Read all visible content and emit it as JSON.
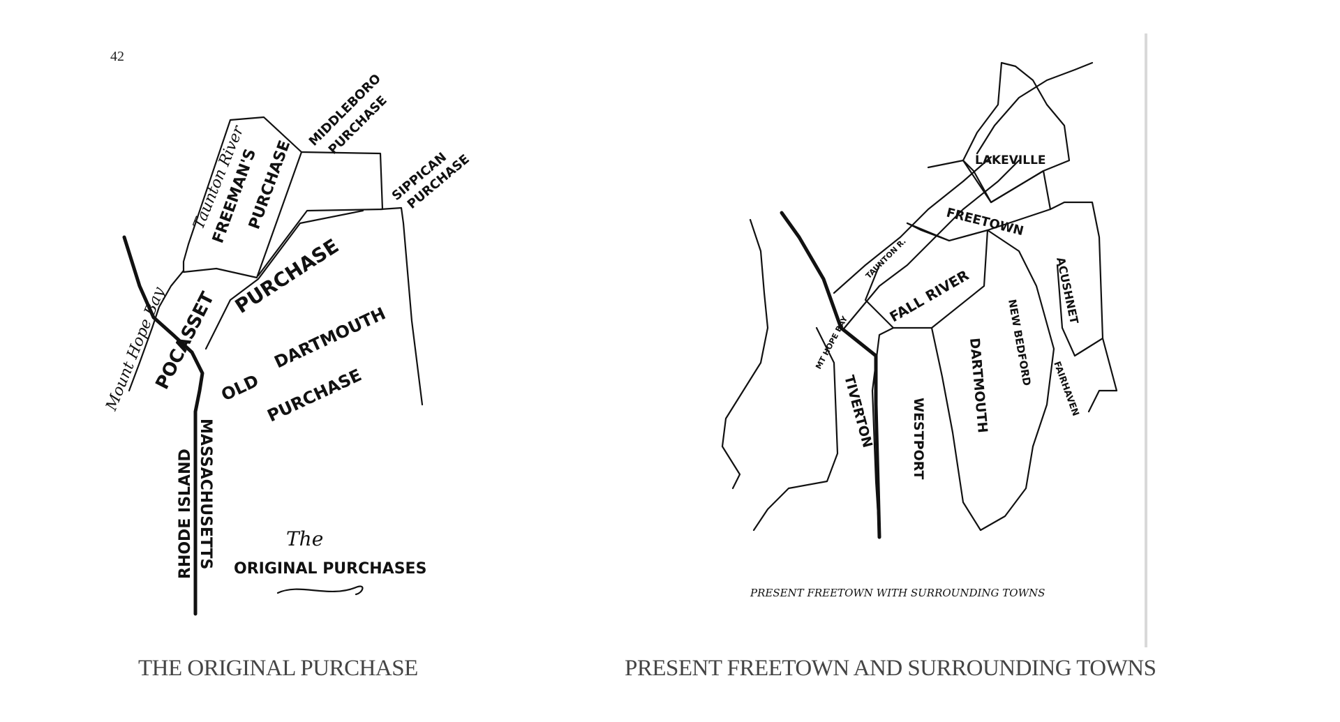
{
  "page_number": "42",
  "left_map": {
    "caption": "THE ORIGINAL PURCHASE",
    "labels": {
      "taunton_river": "Taunton River",
      "freemans": "FREEMAN'S",
      "freemans_purchase": "PURCHASE",
      "middleboro": "MIDDLEBORO",
      "middleboro_purchase": "PURCHASE",
      "sippican": "SIPPICAN",
      "sippican_purchase": "PURCHASE",
      "pocasset": "POCASSET",
      "pocasset_purchase": "PURCHASE",
      "mount_hope_bay": "Mount Hope Bay",
      "old": "OLD",
      "dartmouth": "DARTMOUTH",
      "dartmouth_purchase": "PURCHASE",
      "rhode_island": "RHODE ISLAND",
      "massachusetts": "MASSACHUSETTS",
      "title_the": "The",
      "title_main": "ORIGINAL PURCHASES"
    }
  },
  "right_map": {
    "caption": "PRESENT FREETOWN AND SURROUNDING TOWNS",
    "labels": {
      "lakeville": "LAKEVILLE",
      "freetown": "FREETOWN",
      "fall_river": "FALL RIVER",
      "acushnet": "ACUSHNET",
      "new_bedford": "NEW BEDFORD",
      "fairhaven": "FAIRHAVEN",
      "dartmouth": "DARTMOUTH",
      "westport": "WESTPORT",
      "tiverton": "TIVERTON",
      "taunton_r": "TAUNTON R.",
      "mt_hope_bay": "MT HOPE BAY",
      "bottom_caption": "PRESENT FREETOWN WITH SURROUNDING TOWNS"
    }
  }
}
